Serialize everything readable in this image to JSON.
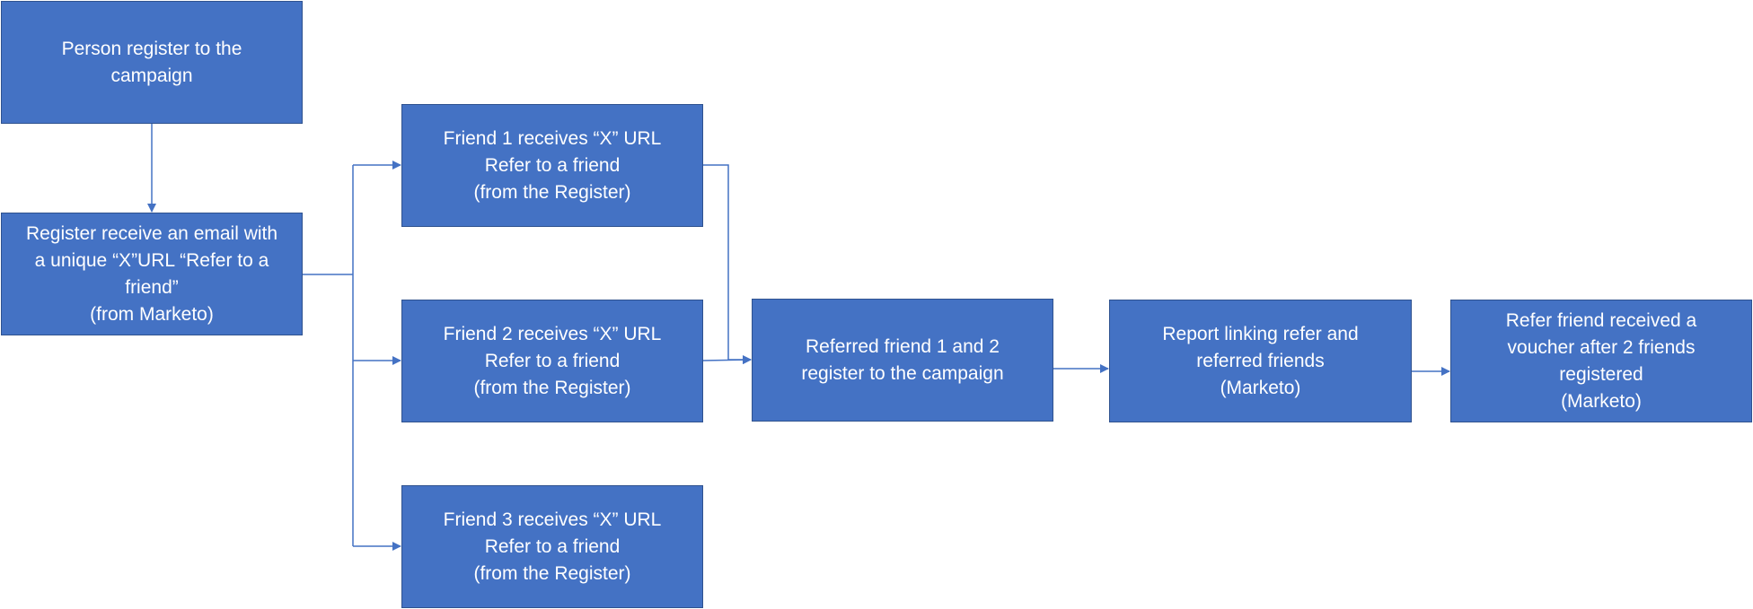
{
  "diagram": {
    "colors": {
      "box_fill": "#4472c4",
      "box_border": "#2f528f",
      "text": "#ffffff",
      "connector": "#4472c4"
    },
    "nodes": {
      "person_register": {
        "lines": [
          "Person register to the",
          "campaign"
        ]
      },
      "register_email": {
        "lines": [
          "Register receive an email with",
          "a unique “X”URL “Refer to a",
          "friend”",
          "(from Marketo)"
        ]
      },
      "friend1": {
        "lines": [
          "Friend 1 receives “X” URL",
          "Refer to a friend",
          "(from the Register)"
        ]
      },
      "friend2": {
        "lines": [
          "Friend 2 receives “X” URL",
          "Refer to a friend",
          "(from the Register)"
        ]
      },
      "friend3": {
        "lines": [
          "Friend 3 receives “X” URL",
          "Refer to a friend",
          "(from the Register)"
        ]
      },
      "referred_register": {
        "lines": [
          "Referred friend 1 and 2",
          "register to the campaign"
        ]
      },
      "report": {
        "lines": [
          "Report linking refer and",
          "referred friends",
          "(Marketo)"
        ]
      },
      "voucher": {
        "lines": [
          "Refer friend received a",
          "voucher after 2 friends",
          "registered",
          "(Marketo)"
        ]
      }
    },
    "edges": [
      {
        "from": "person_register",
        "to": "register_email"
      },
      {
        "from": "register_email",
        "to": "friend1"
      },
      {
        "from": "register_email",
        "to": "friend2"
      },
      {
        "from": "register_email",
        "to": "friend3"
      },
      {
        "from": "friend1",
        "to": "referred_register"
      },
      {
        "from": "friend2",
        "to": "referred_register"
      },
      {
        "from": "referred_register",
        "to": "report"
      },
      {
        "from": "report",
        "to": "voucher"
      }
    ]
  }
}
